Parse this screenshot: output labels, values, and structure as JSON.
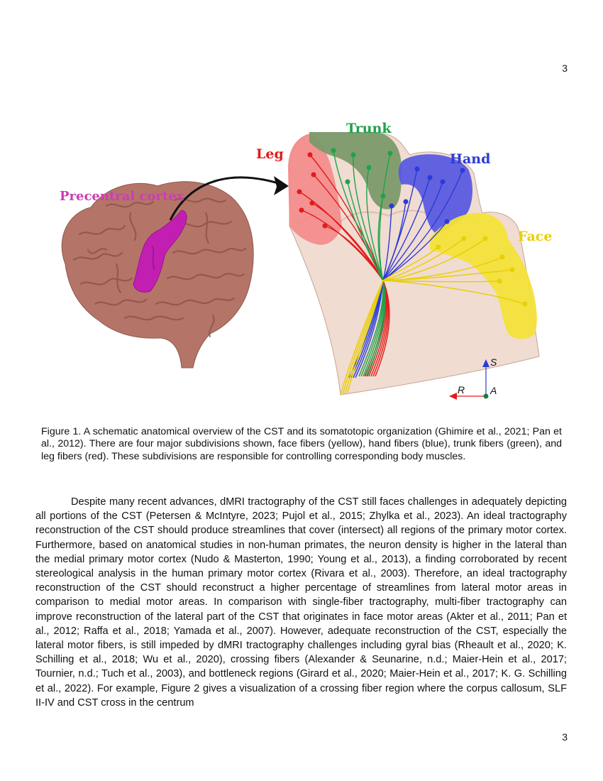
{
  "page_number_top": "3",
  "page_number_bottom": "3",
  "figure": {
    "labels": {
      "precentral": "Precentral cortex",
      "leg": "Leg",
      "trunk": "Trunk",
      "hand": "Hand",
      "face": "Face"
    },
    "axes": {
      "superior": "S",
      "right": "R",
      "anterior": "A"
    },
    "colors": {
      "precentral": "#cc3db3",
      "leg": "#e41a1a",
      "trunk": "#1fa24a",
      "hand": "#2b3bd6",
      "face": "#e9cf06",
      "brain": "#b47568",
      "gyrus_magenta": "#c21fb2"
    },
    "caption": "Figure 1. A schematic anatomical overview of the CST and its somatotopic organization (Ghimire et al., 2021; Pan et al., 2012). There are four major subdivisions shown, face fibers (yellow), hand fibers (blue), trunk fibers (green), and leg fibers (red). These subdivisions are responsible for controlling corresponding body muscles."
  },
  "body_paragraph": "Despite many recent advances, dMRI tractography of the CST still faces challenges in adequately depicting all portions of the CST (Petersen & McIntyre, 2023; Pujol et al., 2015; Zhylka et al., 2023). An ideal tractography reconstruction of the CST should produce streamlines that cover (intersect) all regions of the primary motor cortex. Furthermore, based on anatomical studies in non-human primates, the neuron density is higher in the lateral than the medial primary motor cortex (Nudo & Masterton, 1990; Young et al., 2013), a finding corroborated by recent stereological analysis in the human primary motor cortex (Rivara et al., 2003). Therefore, an ideal tractography reconstruction of the CST should reconstruct a higher percentage of streamlines from lateral motor areas in comparison to medial motor areas. In comparison with single-fiber tractography, multi-fiber tractography can improve reconstruction of the lateral part of the CST that originates in face motor areas (Akter et al., 2011; Pan et al., 2012; Raffa et al., 2018; Yamada et al., 2007). However, adequate reconstruction of the CST, especially the lateral motor fibers, is still impeded by dMRI tractography challenges including gyral bias (Rheault et al., 2020; K. Schilling et al., 2018; Wu et al., 2020), crossing fibers (Alexander & Seunarine, n.d.; Maier-Hein et al., 2017; Tournier, n.d.; Tuch et al., 2003), and bottleneck regions (Girard et al., 2020; Maier-Hein et al., 2017; K. G. Schilling et al., 2022). For example, Figure 2 gives a visualization of a crossing fiber region where the corpus callosum, SLF II-IV and CST cross in the centrum"
}
